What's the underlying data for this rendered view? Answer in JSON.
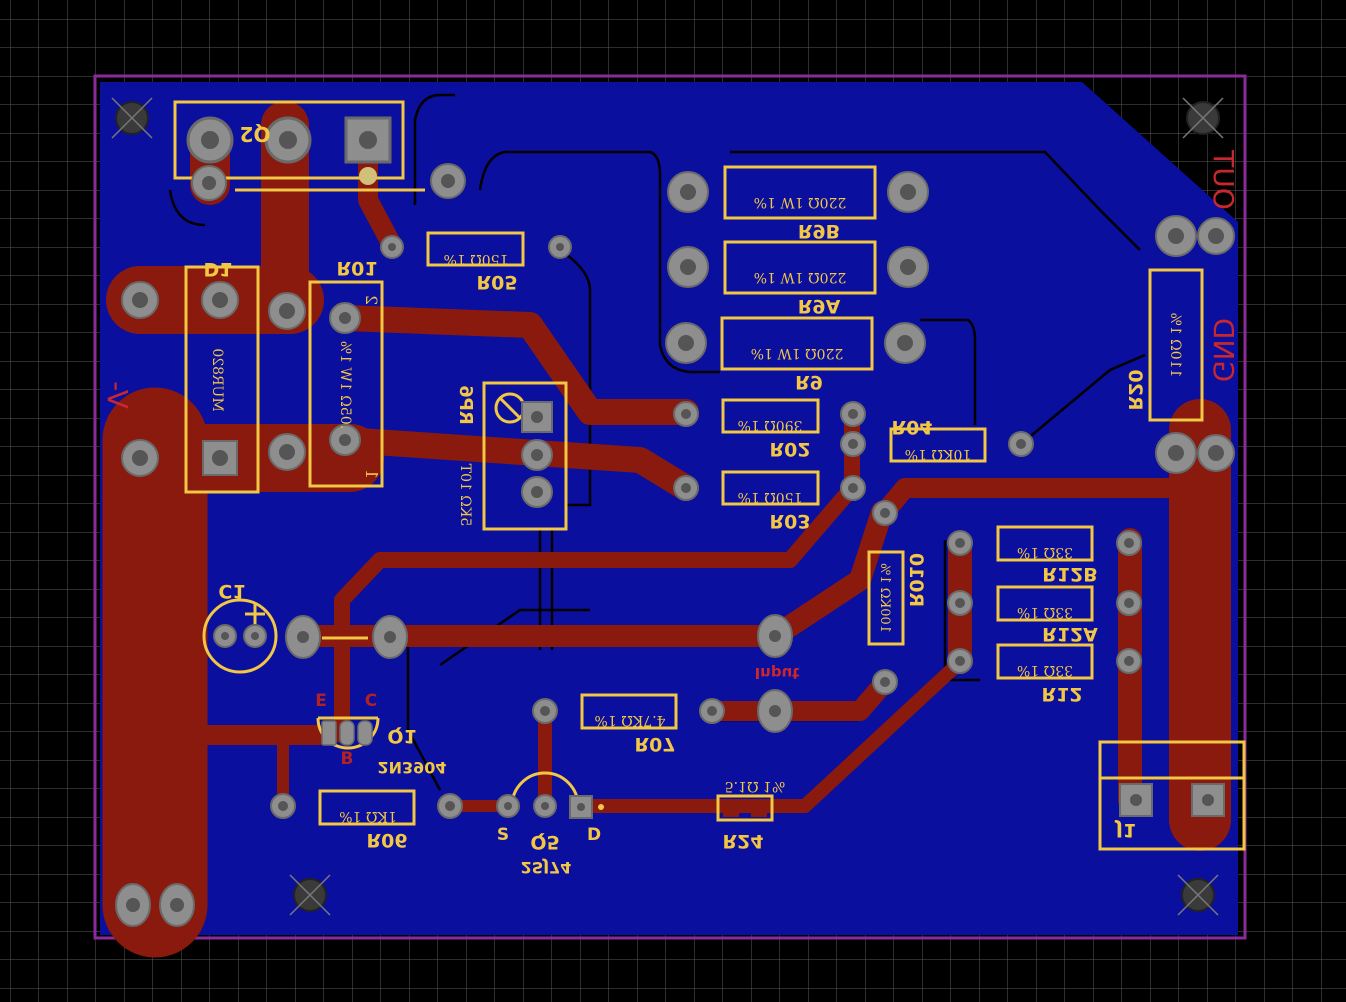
{
  "colors": {
    "background": "#000000",
    "grid": "#5a5a5a",
    "board_fill": "#0a0f9e",
    "copper_top": "#8a1a0e",
    "silkscreen": "#f2c744",
    "pad": "#8e8e8e",
    "outline": "#8b2a9b",
    "net_label": "#c8282d"
  },
  "components": {
    "Q2": {
      "ref": "Q2"
    },
    "D1": {
      "ref": "D1",
      "value": "MUR820"
    },
    "R01": {
      "ref": "R01",
      "value": ".05Ω 1W 1%",
      "pin1": "1",
      "pin2": "2"
    },
    "R05": {
      "ref": "R05",
      "value": "150Ω 1%"
    },
    "R9B": {
      "ref": "R9B",
      "value": "220Ω 1W 1%"
    },
    "R9A": {
      "ref": "R9A",
      "value": "220Ω 1W 1%"
    },
    "R9": {
      "ref": "R9",
      "value": "220Ω 1W 1%"
    },
    "R20": {
      "ref": "R20",
      "value": "110Ω 1%"
    },
    "RP6": {
      "ref": "RP6",
      "value": "5KΩ 10T"
    },
    "R02": {
      "ref": "R02",
      "value": "390Ω 1%"
    },
    "R04": {
      "ref": "R04",
      "value": "10KΩ 1%"
    },
    "R03": {
      "ref": "R03",
      "value": "150Ω 1%"
    },
    "R010": {
      "ref": "R010",
      "value": "100KΩ 1%"
    },
    "R12B": {
      "ref": "R12B",
      "value": "33Ω 1%"
    },
    "R12A": {
      "ref": "R12A",
      "value": "33Ω 1%"
    },
    "R12": {
      "ref": "R12",
      "value": "33Ω 1%"
    },
    "C1": {
      "ref": "C1",
      "plus": "+"
    },
    "Q1": {
      "ref": "Q1",
      "part": "2N3904",
      "pin_e": "E",
      "pin_b": "B",
      "pin_c": "C"
    },
    "R07": {
      "ref": "R07",
      "value": "4.7KΩ 1%"
    },
    "R06": {
      "ref": "R06",
      "value": "1KΩ 1%"
    },
    "Q5": {
      "ref": "Q5",
      "part": "2SJ74",
      "pin_s": "S",
      "pin_d": "D"
    },
    "R24": {
      "ref": "R24",
      "value": "5.1Ω 1%"
    },
    "J1": {
      "ref": "J1"
    }
  },
  "nets": {
    "out": "OUT",
    "gnd": "GND",
    "vminus": "V-",
    "input": "Input"
  }
}
